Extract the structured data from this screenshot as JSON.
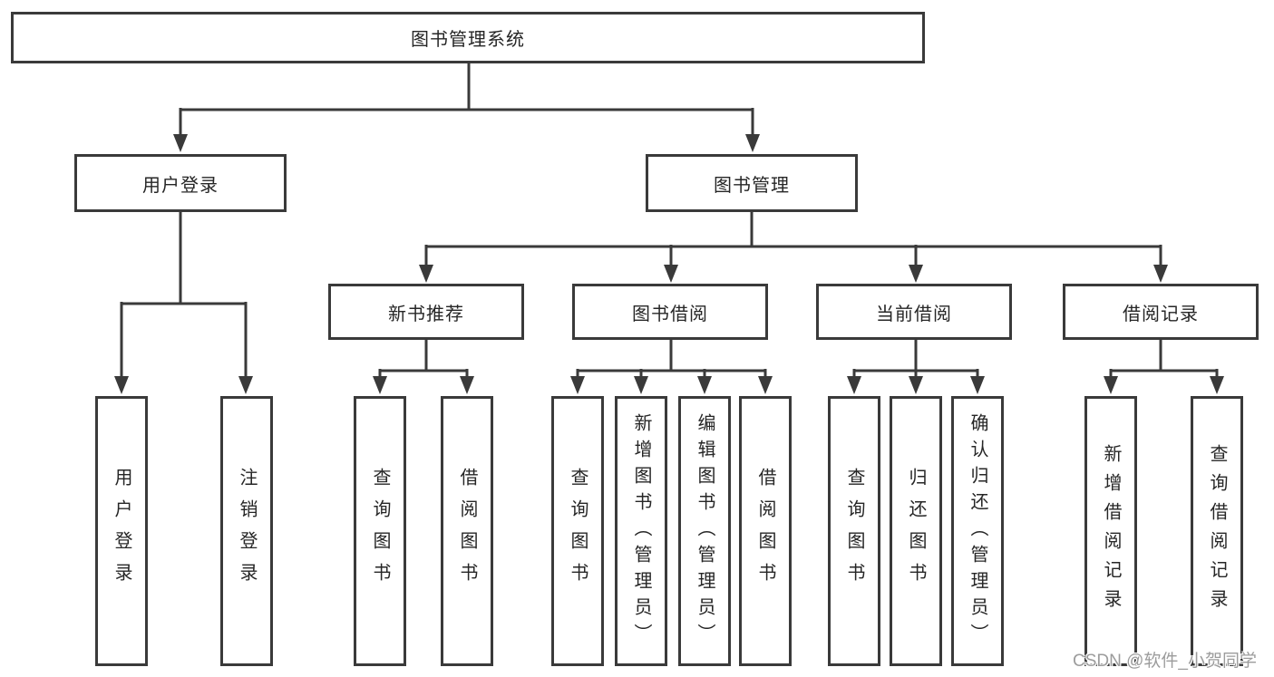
{
  "diagram": {
    "root": {
      "label": "图书管理系统"
    },
    "branches": [
      {
        "label": "用户登录",
        "children": [
          {
            "label": "用户登录"
          },
          {
            "label": "注销登录"
          }
        ]
      },
      {
        "label": "图书管理",
        "children": [
          {
            "label": "新书推荐",
            "children": [
              {
                "label": "查询图书"
              },
              {
                "label": "借阅图书"
              }
            ]
          },
          {
            "label": "图书借阅",
            "children": [
              {
                "label": "查询图书"
              },
              {
                "label": "新增图书（管理员）"
              },
              {
                "label": "编辑图书（管理员）"
              },
              {
                "label": "借阅图书"
              }
            ]
          },
          {
            "label": "当前借阅",
            "children": [
              {
                "label": "查询图书"
              },
              {
                "label": "归还图书"
              },
              {
                "label": "确认归还（管理员）"
              }
            ]
          },
          {
            "label": "借阅记录",
            "children": [
              {
                "label": "新增借阅记录"
              },
              {
                "label": "查询借阅记录"
              }
            ]
          }
        ]
      }
    ]
  },
  "watermark": {
    "text": "CSDN @软件_小贺同学"
  },
  "colors": {
    "line": "#3a3a3a",
    "text": "#262626",
    "background": "#ffffff",
    "watermark": "#9c9c9c"
  }
}
